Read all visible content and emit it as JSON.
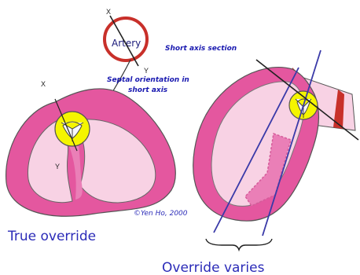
{
  "labels": {
    "artery": "Artery",
    "x_top": "X",
    "y_top": "Y",
    "x_left": "X",
    "y_left": "Y",
    "short_axis_section": "Short axis section",
    "septal_orientation_line1": "Septal orientation in",
    "septal_orientation_line2": "short axis",
    "copyright": "©Yen Ho, 2000",
    "true_override": "True override",
    "override_varies": "Override varies"
  },
  "colors": {
    "heart_outer": "#e4579f",
    "heart_inner": "#f8d2e4",
    "septum": "#ea7fb7",
    "valve_fill": "#f5f500",
    "artery_ring": "#c8302a",
    "axis_line": "#3a3aa8",
    "outline": "#444444",
    "wall_dark": "#b82828"
  }
}
